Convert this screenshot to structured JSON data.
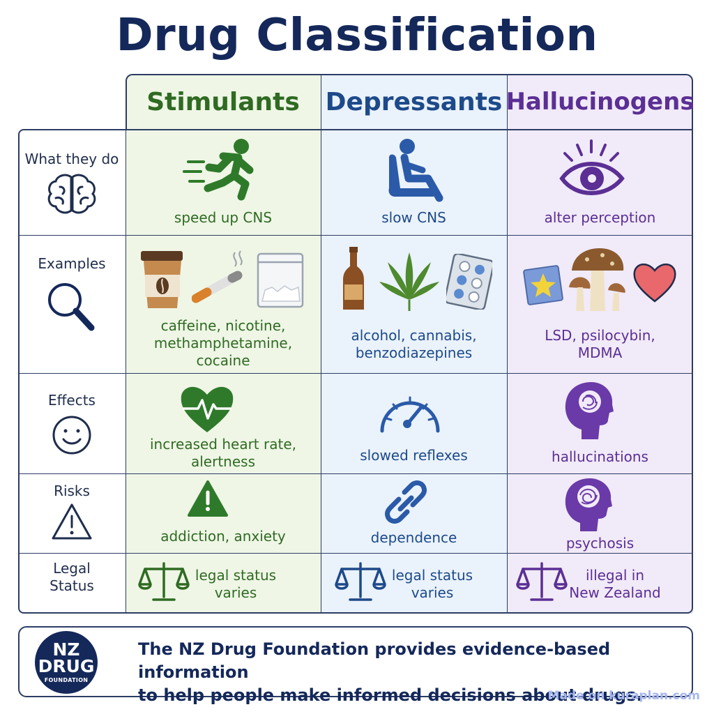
{
  "title": "Drug Classification",
  "columns": {
    "stimulants": "Stimulants",
    "depressants": "Depressants",
    "hallucinogens": "Hallucinogens"
  },
  "rows": {
    "what": {
      "label": "What they do",
      "stimulants": "speed up CNS",
      "depressants": "slow CNS",
      "hallucinogens": "alter perception"
    },
    "examples": {
      "label": "Examples",
      "stimulants": [
        "caffeine, nicotine,",
        "methamphetamine,",
        "cocaine"
      ],
      "depressants": [
        "alcohol, cannabis,",
        "benzodiazepines"
      ],
      "hallucinogens": [
        "LSD, psilocybin,",
        "MDMA"
      ]
    },
    "effects": {
      "label": "Effects",
      "stimulants": [
        "increased heart rate,",
        "alertness"
      ],
      "depressants": "slowed reflexes",
      "hallucinogens": "hallucinations"
    },
    "risks": {
      "label": "Risks",
      "stimulants": "addiction, anxiety",
      "depressants": "dependence",
      "hallucinogens": "psychosis"
    },
    "legal": {
      "label": [
        "Legal",
        "Status"
      ],
      "stimulants": [
        "legal status",
        "varies"
      ],
      "depressants": [
        "legal status",
        "varies"
      ],
      "hallucinogens": [
        "illegal in",
        "New Zealand"
      ]
    }
  },
  "footer": {
    "logo": [
      "NZ",
      "DRUG",
      "FOUNDATION"
    ],
    "text": [
      "The NZ Drug Foundation provides evidence-based information",
      "to help people make informed decisions about drugs."
    ]
  },
  "watermark": "Made on kuraplan.com",
  "colors": {
    "stimulants": "#2f6b22",
    "depressants": "#1d4a8a",
    "hallucinogens": "#5b2f94",
    "navy": "#14285a"
  },
  "icons": {
    "what": [
      "brain-icon",
      "running-person-icon",
      "seated-person-icon",
      "eye-icon"
    ],
    "examples": [
      "magnifier-icon",
      "coffee-cup-icon",
      "cigarette-icon",
      "powder-bag-icon",
      "bottle-icon",
      "cannabis-leaf-icon",
      "pill-pack-icon",
      "blotter-star-icon",
      "mushroom-icon",
      "heart-icon"
    ],
    "effects": [
      "smiley-icon",
      "heartbeat-icon",
      "speedometer-icon",
      "head-brain-icon"
    ],
    "risks": [
      "warning-icon",
      "warning-filled-icon",
      "chain-link-icon",
      "head-tangle-icon"
    ],
    "legal": [
      "scales-icon"
    ]
  }
}
